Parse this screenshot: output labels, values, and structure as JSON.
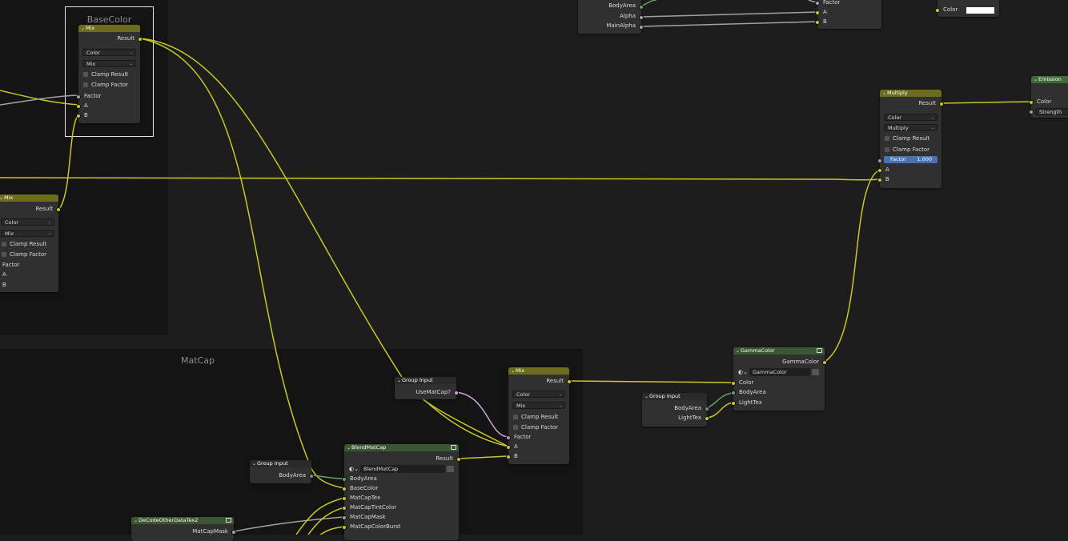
{
  "frames": {
    "basecolor": {
      "label": "BaseColor"
    },
    "matcap": {
      "label": "MatCap"
    }
  },
  "nodes": {
    "mix_basecolor": {
      "title": "Mix",
      "result": "Result",
      "data_type": "Color",
      "blend": "Mix",
      "clamp_result": "Clamp Result",
      "clamp_factor": "Clamp Factor",
      "factor": "Factor",
      "a": "A",
      "b": "B"
    },
    "mix_left": {
      "title": "Mix",
      "result": "Result",
      "data_type": "Color",
      "blend": "Mix",
      "clamp_result": "Clamp Result",
      "clamp_factor": "Clamp Factor",
      "factor": "Factor",
      "a": "A",
      "b": "B"
    },
    "multiply": {
      "title": "Multiply",
      "result": "Result",
      "data_type": "Color",
      "blend": "Multiply",
      "clamp_result": "Clamp Result",
      "clamp_factor": "Clamp Factor",
      "factor_label": "Factor",
      "factor_value": "1.000",
      "a": "A",
      "b": "B"
    },
    "emission": {
      "title": "Emission",
      "color": "Color",
      "strength": "Strength"
    },
    "top_group": {
      "body_area": "BodyArea",
      "alpha": "Alpha",
      "main_alpha": "MainAlpha"
    },
    "top_mix": {
      "factor": "Factor",
      "a": "A",
      "b": "B"
    },
    "top_right": {
      "color": "Color"
    },
    "group_input_usematcap": {
      "title": "Group Input",
      "use_matcap": "UseMatCap?"
    },
    "mix_matcap": {
      "title": "Mix",
      "result": "Result",
      "data_type": "Color",
      "blend": "Mix",
      "clamp_result": "Clamp Result",
      "clamp_factor": "Clamp Factor",
      "factor": "Factor",
      "a": "A",
      "b": "B"
    },
    "group_input_bodyarea": {
      "title": "Group Input",
      "body_area": "BodyArea"
    },
    "blendmatcap": {
      "title": "BlendMatCap",
      "result": "Result",
      "nodegroup": "BlendMatCap",
      "inputs": [
        "BodyArea",
        "BaseColor",
        "MatCapTex",
        "MatCapTintColor",
        "MatCapMask",
        "MatCapColorBurst"
      ]
    },
    "decode": {
      "title": "DeCodeOtherDataTex2",
      "matcap_mask": "MatCapMask"
    },
    "gammacolor": {
      "title": "GammaColor",
      "output": "GammaColor",
      "nodegroup": "GammaColor",
      "color": "Color",
      "body_area": "BodyArea",
      "light_tex": "LightTex"
    },
    "group_input_light": {
      "title": "Group Input",
      "body_area": "BodyArea",
      "light_tex": "LightTex"
    }
  },
  "colors": {
    "wire_color": "#c7c729",
    "wire_float": "#a1a1a1",
    "wire_shader": "#6a9e6a",
    "wire_bool": "#cca6d6",
    "mix_header": "#6d6b1d",
    "group_header": "#3b5632",
    "factor_field": "#4772b3"
  }
}
